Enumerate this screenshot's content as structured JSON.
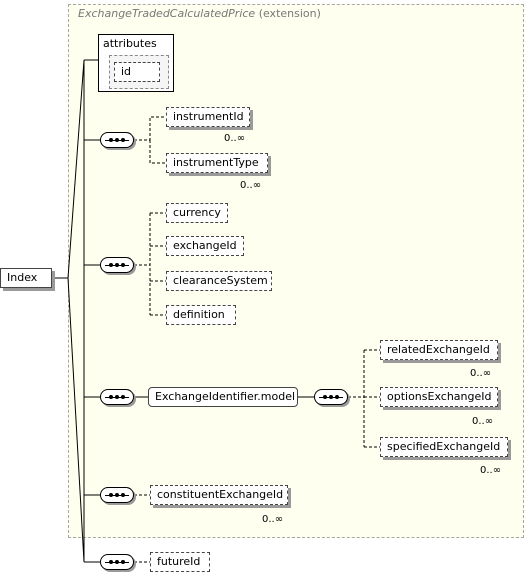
{
  "extension": {
    "type_name": "ExchangeTradedCalculatedPrice",
    "suffix": "(extension)"
  },
  "root": {
    "label": "Index"
  },
  "attributes": {
    "title": "attributes",
    "items": [
      "id"
    ]
  },
  "nodes": {
    "instrumentId": {
      "label": "instrumentId",
      "mult": "0..∞"
    },
    "instrumentType": {
      "label": "instrumentType",
      "mult": "0..∞"
    },
    "currency": {
      "label": "currency"
    },
    "exchangeId": {
      "label": "exchangeId"
    },
    "clearanceSystem": {
      "label": "clearanceSystem"
    },
    "definition": {
      "label": "definition"
    },
    "exchangeIdentifierModel": {
      "label": "ExchangeIdentifier.model"
    },
    "relatedExchangeId": {
      "label": "relatedExchangeId",
      "mult": "0..∞"
    },
    "optionsExchangeId": {
      "label": "optionsExchangeId",
      "mult": "0..∞"
    },
    "specifiedExchangeId": {
      "label": "specifiedExchangeId",
      "mult": "0..∞"
    },
    "constituentExchangeId": {
      "label": "constituentExchangeId",
      "mult": "0..∞"
    },
    "futureId": {
      "label": "futureId"
    }
  },
  "colors": {
    "extension_bg": "#fffff0",
    "shadow": "#9a9a9a",
    "line": "#000000"
  }
}
